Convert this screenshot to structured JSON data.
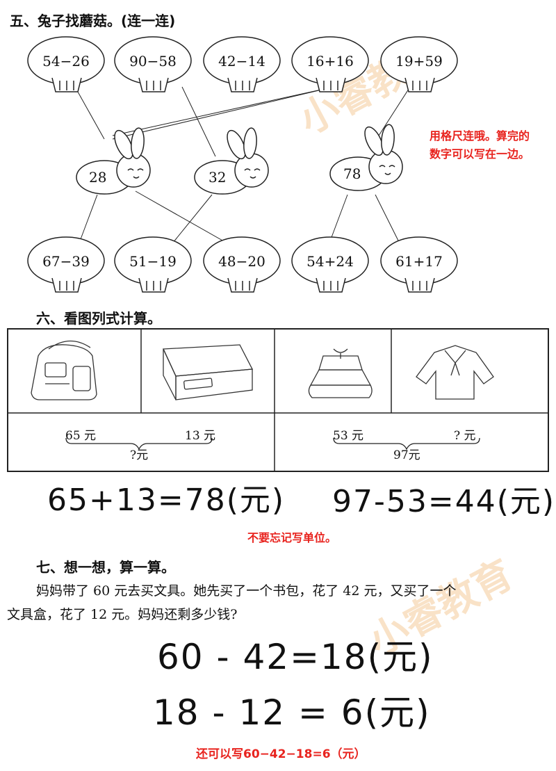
{
  "section5": {
    "title": "五、兔子找蘑菇。(连一连)",
    "top_mushrooms": [
      "54−26",
      "90−58",
      "42−14",
      "16+16",
      "19+59"
    ],
    "rabbits": [
      "28",
      "32",
      "78"
    ],
    "bottom_mushrooms": [
      "67−39",
      "51−19",
      "48−20",
      "54+24",
      "61+17"
    ],
    "note_line1": "用格尺连哦。算完的",
    "note_line2": "数字可以写在一边。"
  },
  "section6": {
    "title": "六、看图列式计算。",
    "left": {
      "price_a": "65 元",
      "price_b": "13 元",
      "total": "?元"
    },
    "right": {
      "price_a": "53 元",
      "price_b": "? 元",
      "total": "97元"
    },
    "answer_left": "65+13=78(元)",
    "answer_right": "97-53=44(元)",
    "note": "不要忘记写单位。"
  },
  "section7": {
    "title": "七、想一想，算一算。",
    "problem_line1": "妈妈带了 60 元去买文具。她先买了一个书包，花了 42 元，又买了一个",
    "problem_line2": "文具盒，花了 12 元。妈妈还剩多少钱?",
    "answer_line1": "60 - 42=18(元)",
    "answer_line2": "18 - 12 = 6(元)",
    "note": "还可以写60−42−18=6（元）"
  },
  "watermark": "小睿教育"
}
